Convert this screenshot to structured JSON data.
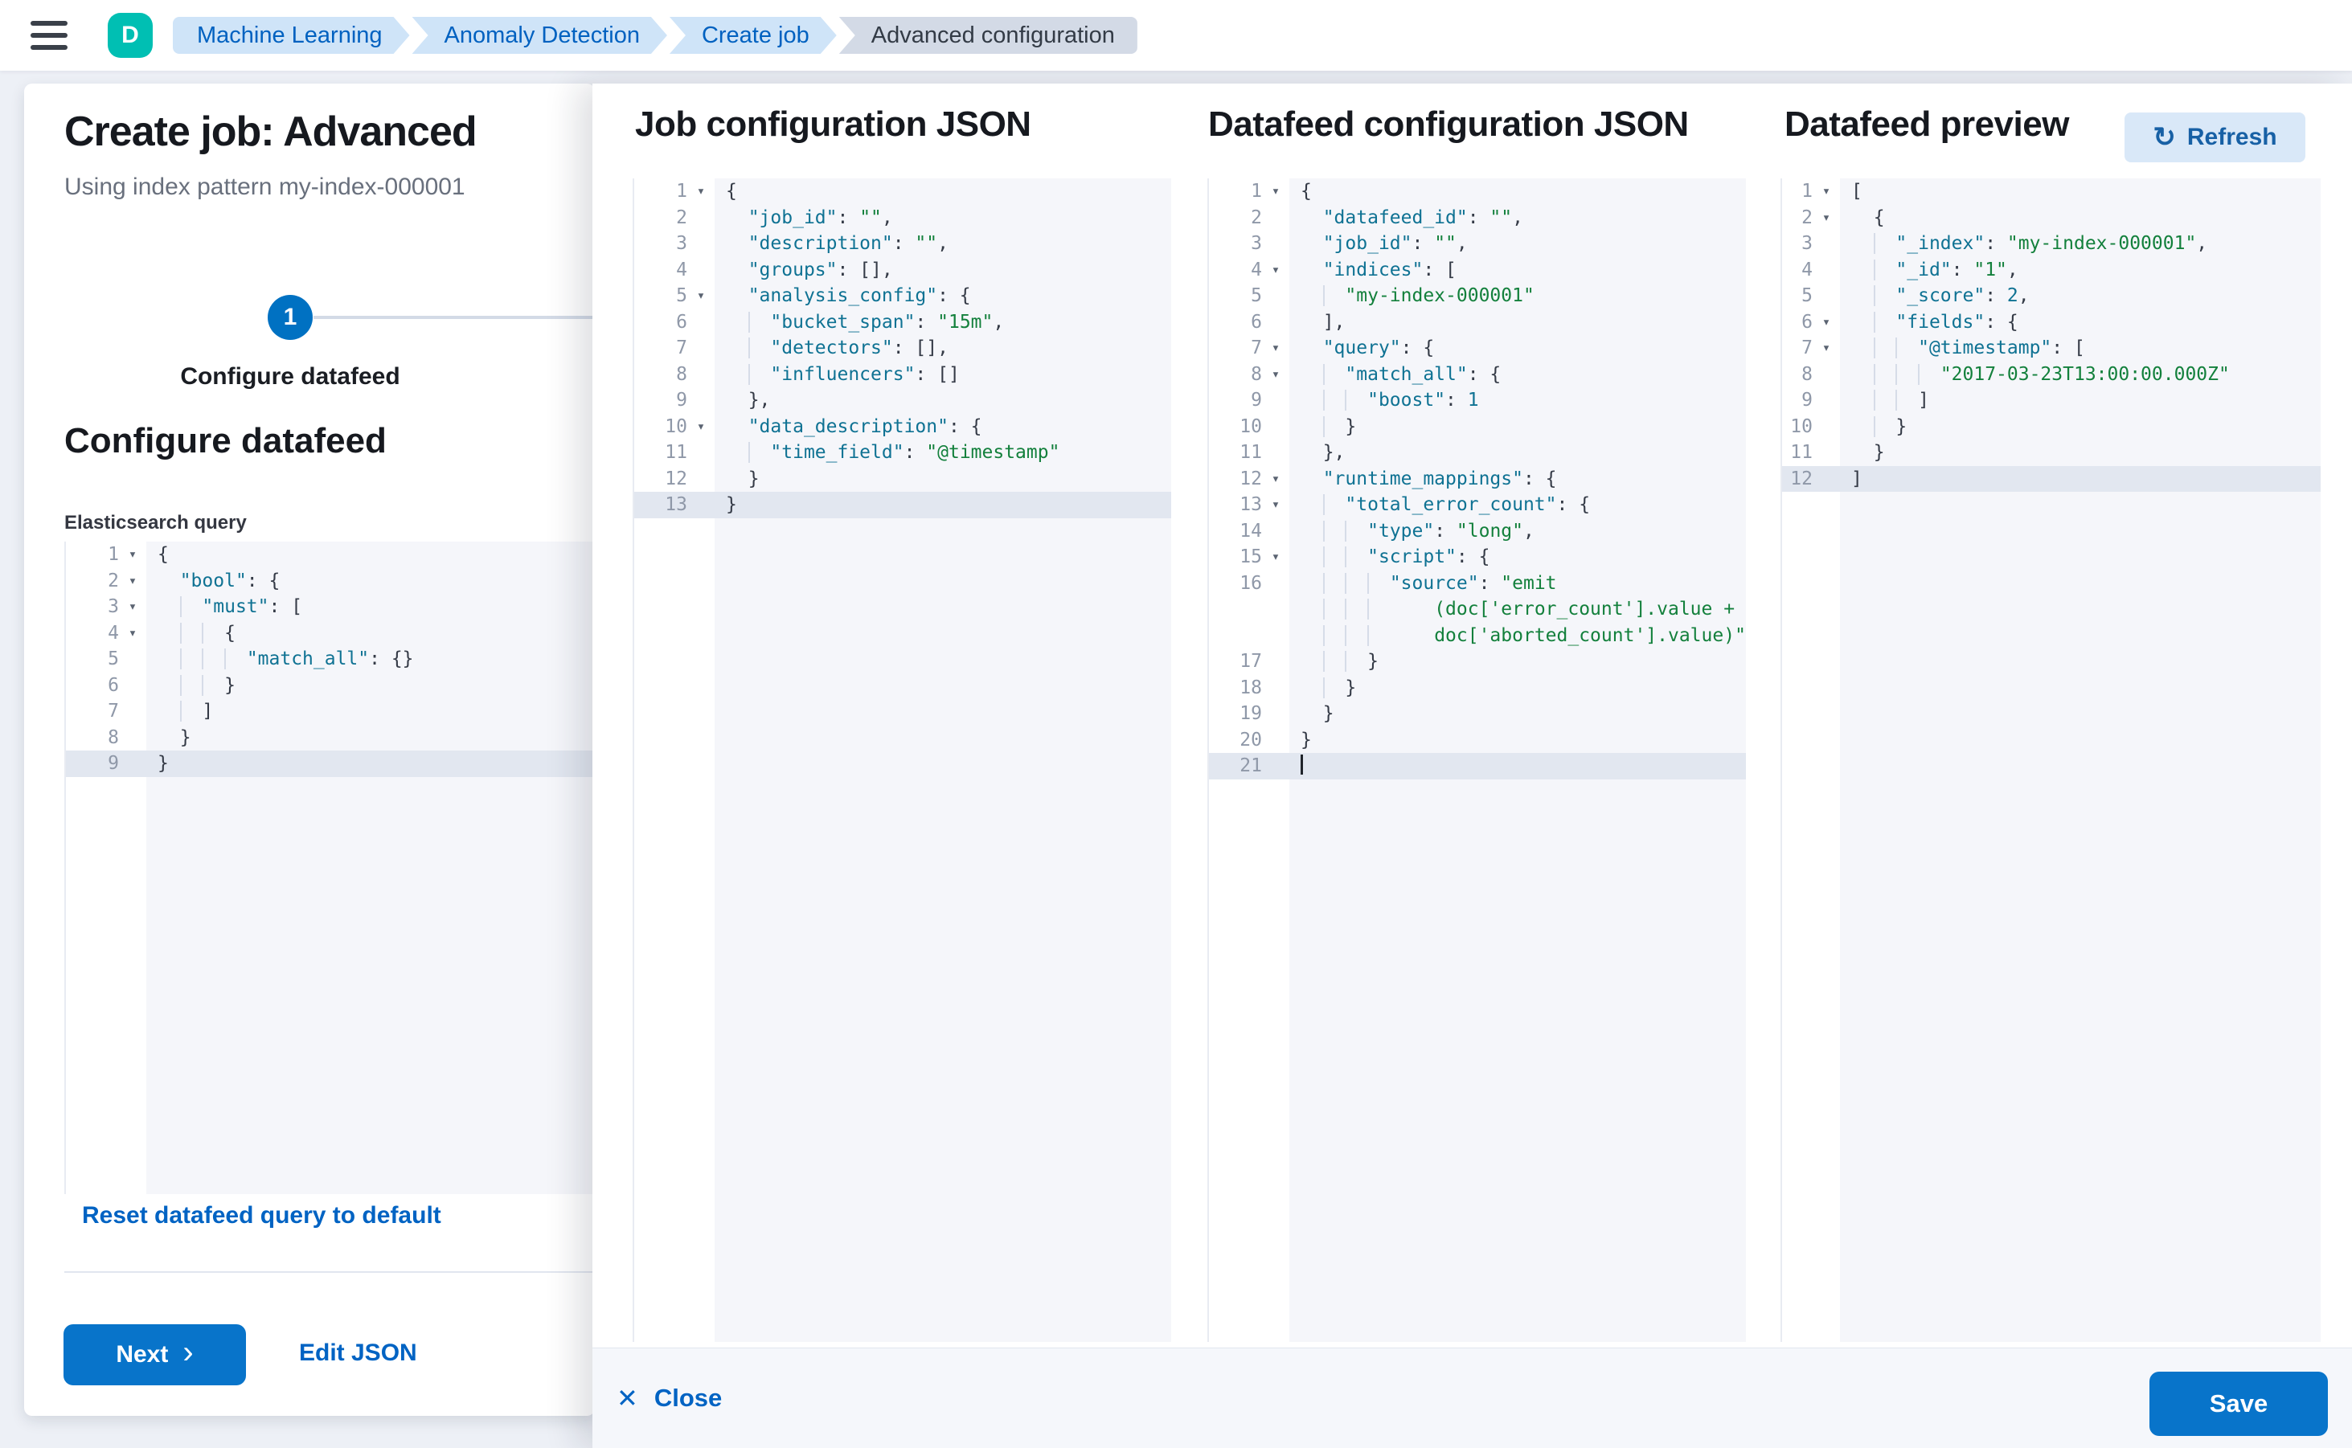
{
  "header": {
    "avatar_initial": "D",
    "breadcrumbs": [
      {
        "label": "Machine Learning",
        "current": false
      },
      {
        "label": "Anomaly Detection",
        "current": false
      },
      {
        "label": "Create job",
        "current": false
      },
      {
        "label": "Advanced configuration",
        "current": true
      }
    ]
  },
  "wizard": {
    "title": "Create job: Advanced",
    "subtitle": "Using index pattern my-index-000001",
    "step_number": "1",
    "step_label": "Configure datafeed",
    "section_heading": "Configure datafeed",
    "query_label": "Elasticsearch query",
    "reset_link": "Reset datafeed query to default",
    "next_label": "Next",
    "edit_json_label": "Edit JSON",
    "query_editor": {
      "lines": [
        {
          "n": 1,
          "fold": true,
          "text": "{"
        },
        {
          "n": 2,
          "fold": true,
          "text": "  \"bool\": {"
        },
        {
          "n": 3,
          "fold": true,
          "text": "    \"must\": ["
        },
        {
          "n": 4,
          "fold": true,
          "text": "      {"
        },
        {
          "n": 5,
          "text": "        \"match_all\": {}"
        },
        {
          "n": 6,
          "text": "      }"
        },
        {
          "n": 7,
          "text": "    ]"
        },
        {
          "n": 8,
          "text": "  }"
        },
        {
          "n": 9,
          "active": true,
          "text": "}"
        }
      ]
    }
  },
  "flyout": {
    "columns": [
      {
        "title": "Job configuration JSON",
        "editor": {
          "lines": [
            {
              "n": 1,
              "fold": true,
              "text": "{"
            },
            {
              "n": 2,
              "text": "  \"job_id\": \"\","
            },
            {
              "n": 3,
              "text": "  \"description\": \"\","
            },
            {
              "n": 4,
              "text": "  \"groups\": [],"
            },
            {
              "n": 5,
              "fold": true,
              "text": "  \"analysis_config\": {"
            },
            {
              "n": 6,
              "text": "    \"bucket_span\": \"15m\","
            },
            {
              "n": 7,
              "text": "    \"detectors\": [],"
            },
            {
              "n": 8,
              "text": "    \"influencers\": []"
            },
            {
              "n": 9,
              "text": "  },"
            },
            {
              "n": 10,
              "fold": true,
              "text": "  \"data_description\": {"
            },
            {
              "n": 11,
              "text": "    \"time_field\": \"@timestamp\""
            },
            {
              "n": 12,
              "text": "  }"
            },
            {
              "n": 13,
              "active": true,
              "text": "}"
            }
          ]
        }
      },
      {
        "title": "Datafeed configuration JSON",
        "editor": {
          "lines": [
            {
              "n": 1,
              "fold": true,
              "text": "{"
            },
            {
              "n": 2,
              "text": "  \"datafeed_id\": \"\","
            },
            {
              "n": 3,
              "text": "  \"job_id\": \"\","
            },
            {
              "n": 4,
              "fold": true,
              "text": "  \"indices\": ["
            },
            {
              "n": 5,
              "text": "    \"my-index-000001\""
            },
            {
              "n": 6,
              "text": "  ],"
            },
            {
              "n": 7,
              "fold": true,
              "text": "  \"query\": {"
            },
            {
              "n": 8,
              "fold": true,
              "text": "    \"match_all\": {"
            },
            {
              "n": 9,
              "text": "      \"boost\": 1"
            },
            {
              "n": 10,
              "text": "    }"
            },
            {
              "n": 11,
              "text": "  },"
            },
            {
              "n": 12,
              "fold": true,
              "text": "  \"runtime_mappings\": {"
            },
            {
              "n": 13,
              "fold": true,
              "text": "    \"total_error_count\": {"
            },
            {
              "n": 14,
              "text": "      \"type\": \"long\","
            },
            {
              "n": 15,
              "fold": true,
              "text": "      \"script\": {"
            },
            {
              "n": 16,
              "text": "        \"source\": ",
              "green": "\"emit"
            },
            {
              "n": "",
              "text": "        ",
              "green": "    (doc['error_count'].value +"
            },
            {
              "n": "",
              "text": "        ",
              "green": "    doc['aborted_count'].value)\""
            },
            {
              "n": 17,
              "text": "      }"
            },
            {
              "n": 18,
              "text": "    }"
            },
            {
              "n": 19,
              "text": "  }"
            },
            {
              "n": 20,
              "text": "}"
            },
            {
              "n": 21,
              "active": true,
              "cursor": true,
              "text": ""
            }
          ]
        }
      },
      {
        "title": "Datafeed preview",
        "refresh_label": "Refresh",
        "editor": {
          "lines": [
            {
              "n": 1,
              "fold": true,
              "text": "["
            },
            {
              "n": 2,
              "fold": true,
              "text": "  {"
            },
            {
              "n": 3,
              "text": "    \"_index\": \"my-index-000001\","
            },
            {
              "n": 4,
              "text": "    \"_id\": \"1\","
            },
            {
              "n": 5,
              "text": "    \"_score\": 2,"
            },
            {
              "n": 6,
              "fold": true,
              "text": "    \"fields\": {"
            },
            {
              "n": 7,
              "fold": true,
              "text": "      \"@timestamp\": ["
            },
            {
              "n": 8,
              "text": "        \"2017-03-23T13:00:00.000Z\""
            },
            {
              "n": 9,
              "text": "      ]"
            },
            {
              "n": 10,
              "text": "    }"
            },
            {
              "n": 11,
              "text": "  }"
            },
            {
              "n": 12,
              "active": true,
              "text": "]"
            }
          ]
        }
      }
    ],
    "close_label": "Close",
    "save_label": "Save"
  },
  "icons": {
    "menu": "hamburger-icon",
    "refresh": "↻",
    "close": "✕",
    "next_chevron": "›",
    "fold_arrow": "▾"
  },
  "colors": {
    "primary_button": "#0874ca",
    "link_blue": "#0063c3",
    "avatar_green": "#00bfb3",
    "breadcrumb_bg": "#cfe4f8",
    "breadcrumb_text": "#0061c0",
    "breadcrumb_current_bg": "#d3dae6",
    "step_circle": "#0071c2",
    "editor_bg": "#f5f6fa",
    "editor_active_line": "#e2e7f0",
    "json_key": "#0f7293",
    "json_string": "#13803c",
    "json_number": "#0f7293",
    "line_number": "#8f98a8"
  }
}
